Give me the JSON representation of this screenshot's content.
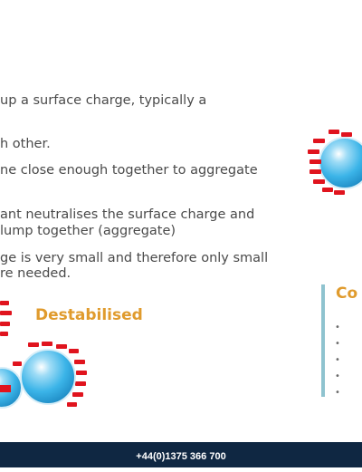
{
  "body_lines": [
    "up a surface charge, typically a",
    "h other.",
    "ne close enough together to aggregate",
    "ant neutralises the surface charge and",
    "lump together (aggregate)",
    "ge is very small and therefore only small",
    "re needed."
  ],
  "destabilised_label": "Destabilised",
  "con_panel": {
    "title": "Co",
    "bullets": [
      "•",
      "•",
      "•",
      "•",
      "•"
    ]
  },
  "footer": {
    "phone": "+44(0)1375 366 700"
  },
  "colors": {
    "particle_fill": "#35b2e6",
    "charge_dash": "#e0141e",
    "accent_heading": "#e09b2d",
    "footer_bg": "#0f2742",
    "panel_bar": "#8fc3cf"
  }
}
